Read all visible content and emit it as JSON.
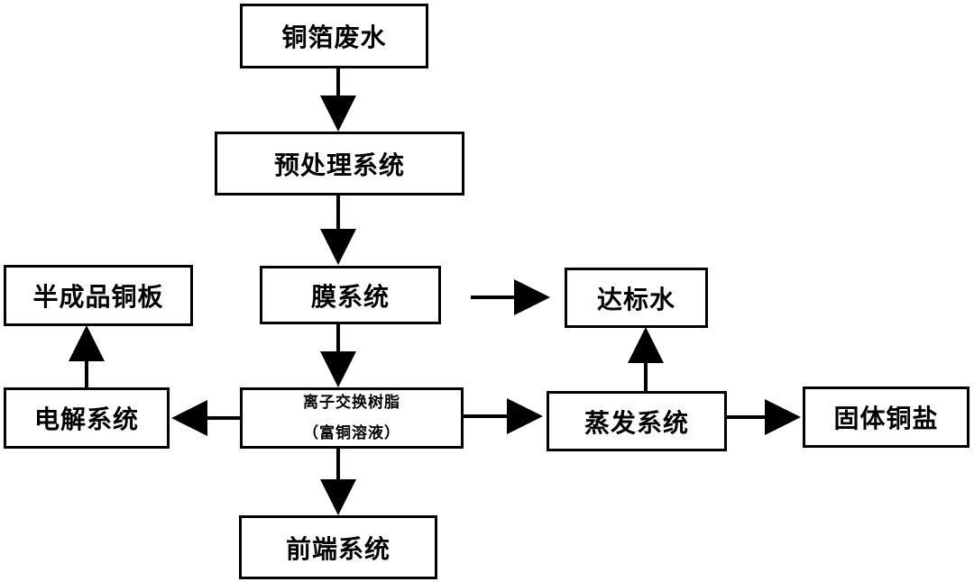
{
  "nodes": {
    "copper_foil_wastewater": "铜箔废水",
    "pretreatment_system": "预处理系统",
    "membrane_system": "膜系统",
    "compliant_water": "达标水",
    "semi_finished_copper_plate": "半成品铜板",
    "electrolysis_system": "电解系统",
    "ion_exchange_resin": "离子交换树脂",
    "copper_rich_solution": "（富铜溶液）",
    "evaporation_system": "蒸发系统",
    "solid_copper_salt": "固体铜盐",
    "front_end_system": "前端系统"
  },
  "colors": {
    "stroke": "#000000",
    "fill": "#ffffff"
  }
}
